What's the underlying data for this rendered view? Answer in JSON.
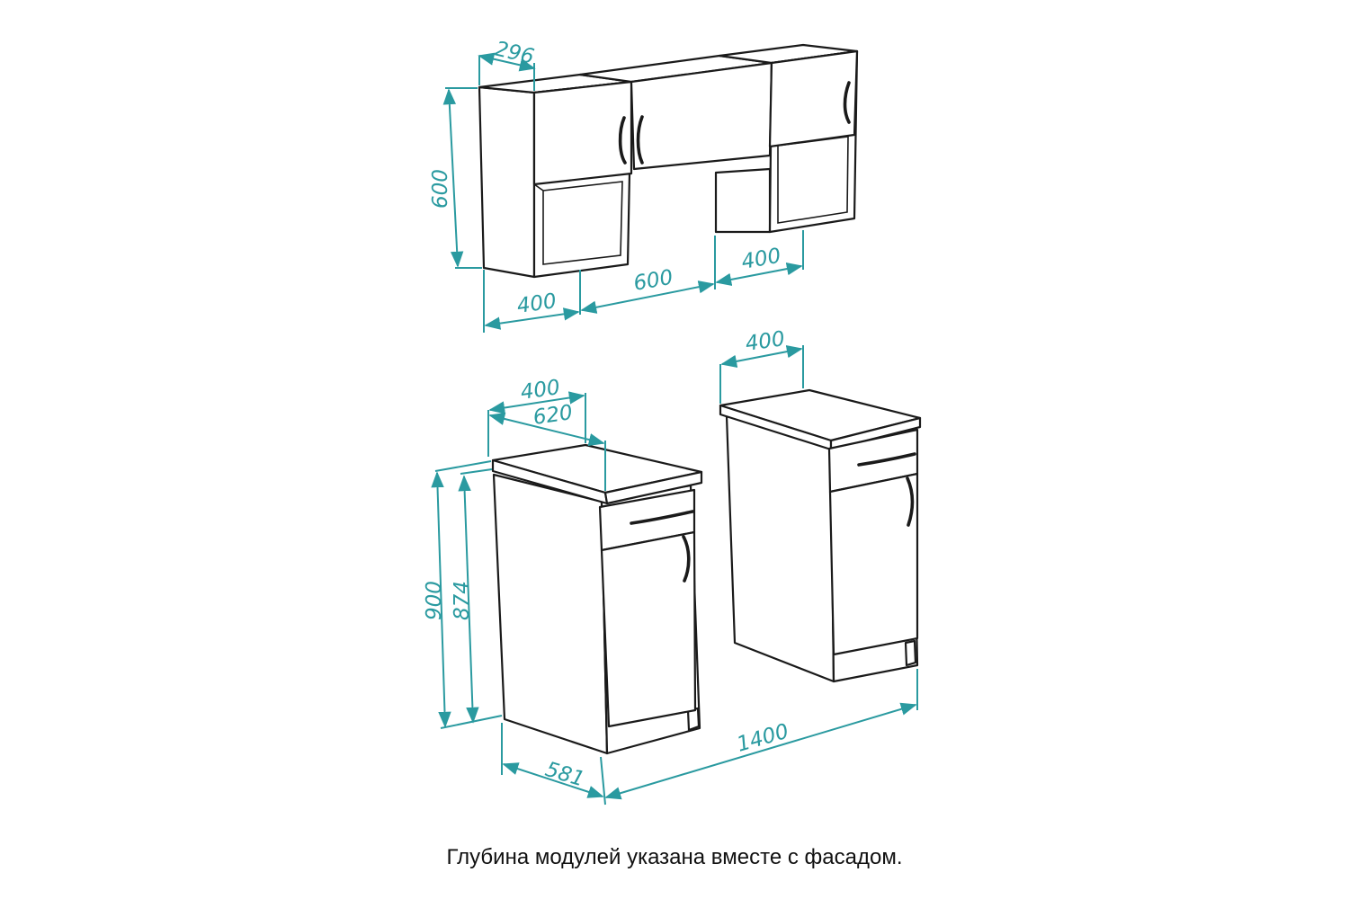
{
  "dimensions": {
    "wall_depth": "296",
    "wall_height": "600",
    "wall_width_left": "400",
    "wall_width_middle": "600",
    "wall_width_right": "400",
    "base_width_top_left": "400",
    "base_depth_top_left": "620",
    "base_width_top_right": "400",
    "base_height_total": "900",
    "base_height_body": "874",
    "base_depth_bottom": "581",
    "total_width": "1400"
  },
  "caption": "Глубина модулей указана вместе с фасадом.",
  "colors": {
    "dimension_lines": "#2a9aa0",
    "outlines": "#1a1a1a"
  }
}
